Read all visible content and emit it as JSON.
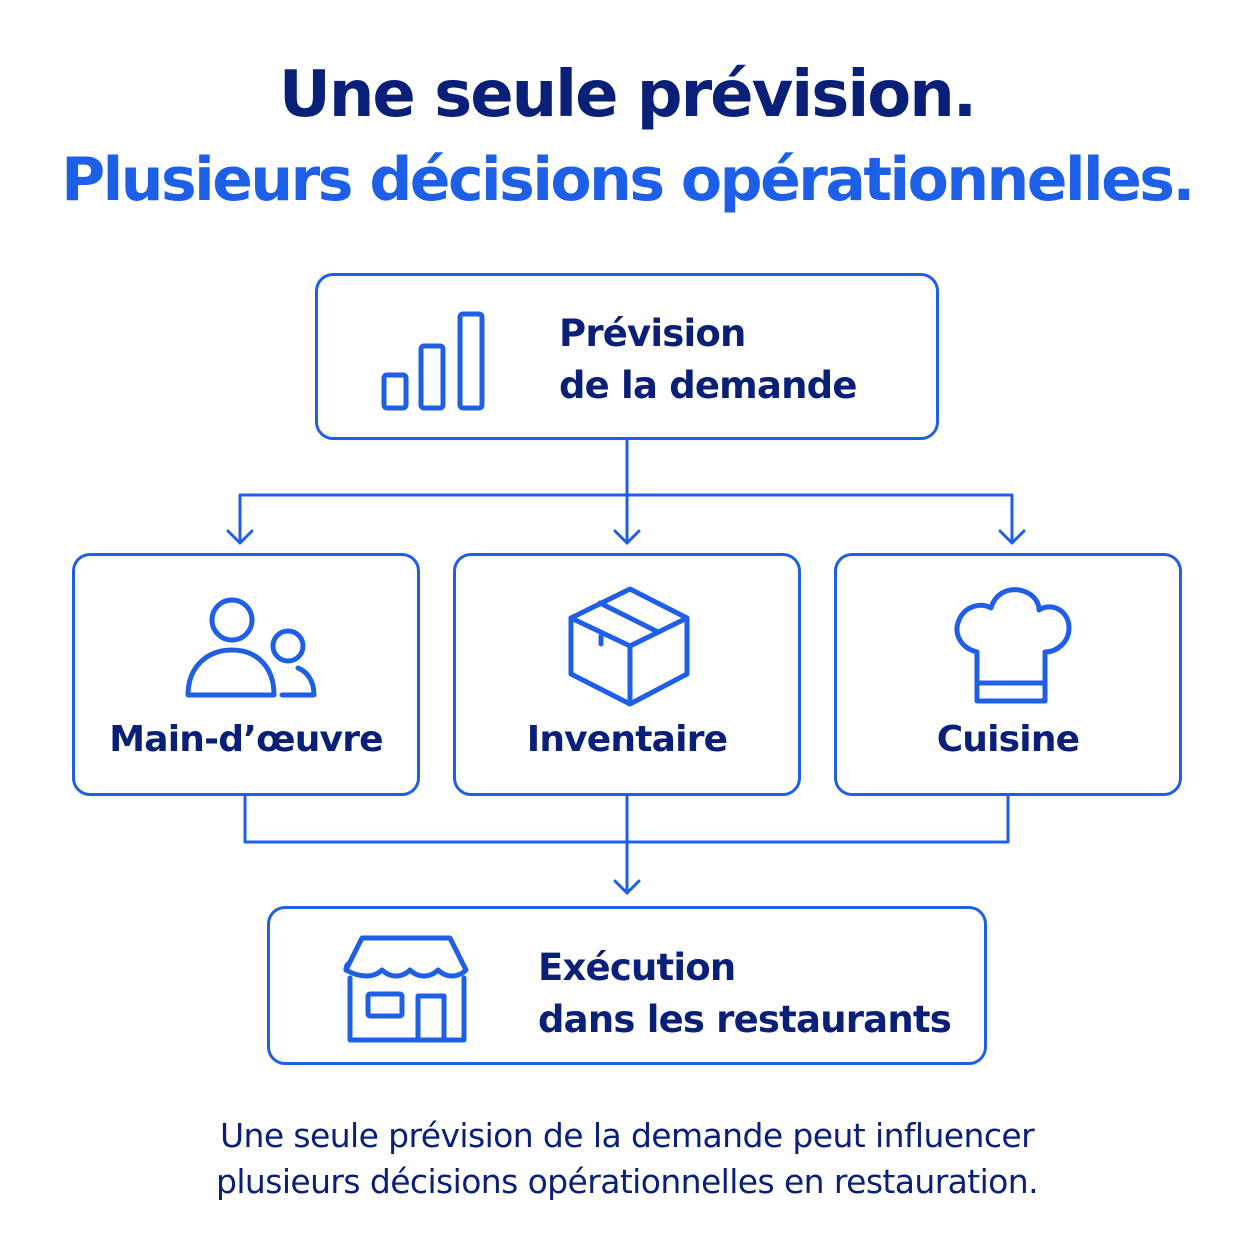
{
  "title": {
    "line1": "Une seule prévision.",
    "line2": "Plusieurs décisions opérationnelles."
  },
  "colors": {
    "navy": "#0a1f78",
    "blue": "#1f5fe6"
  },
  "forecast_box": {
    "icon": "bar-chart-icon",
    "line1": "Prévision",
    "line2": "de la demande"
  },
  "decisions": [
    {
      "icon": "people-icon",
      "label": "Main-d’œuvre"
    },
    {
      "icon": "box-icon",
      "label": "Inventaire"
    },
    {
      "icon": "chef-hat-icon",
      "label": "Cuisine"
    }
  ],
  "execution_box": {
    "icon": "storefront-icon",
    "line1": "Exécution",
    "line2": "dans les restaurants"
  },
  "caption": {
    "line1": "Une seule prévision de la demande peut influencer",
    "line2": "plusieurs décisions opérationnelles en restauration."
  }
}
